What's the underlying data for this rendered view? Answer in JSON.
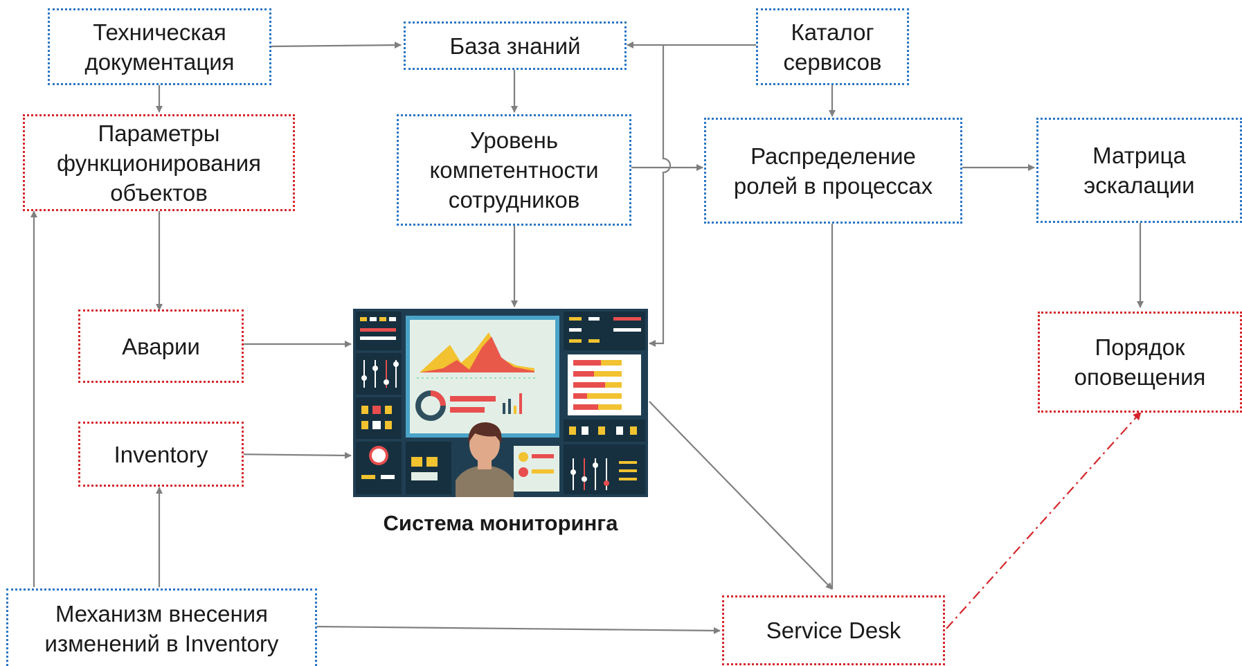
{
  "nodes": {
    "tech_docs": "Техническая\nдокументация",
    "knowledge_base": "База знаний",
    "service_catalog": "Каталог\nсервисов",
    "object_params": "Параметры\nфункционирования\nобъектов",
    "competence": "Уровень\nкомпетентности\nсотрудников",
    "roles": "Распределение\nролей в процессах",
    "escalation": "Матрица\nэскалации",
    "accidents": "Аварии",
    "inventory": "Inventory",
    "notification": "Порядок\nоповещения",
    "change_mechanism": "Механизм внесения\nизменений в Inventory",
    "service_desk": "Service Desk"
  },
  "monitoring_caption": "Система мониторинга",
  "colors": {
    "blue_border": "#2a76c4",
    "red_border": "#d4262b",
    "arrow": "#7f7f7f",
    "dashed_arrow": "#d4262b",
    "monitor_bg": "#1f3e52"
  }
}
